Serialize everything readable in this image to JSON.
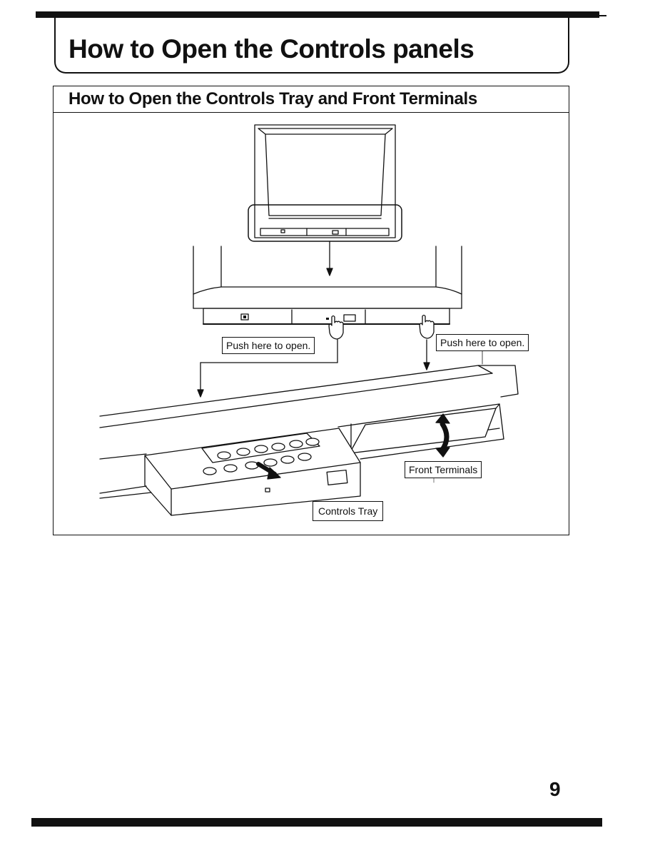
{
  "page": {
    "title": "How to Open the Controls panels",
    "page_number": "9"
  },
  "section": {
    "title": "How to Open the Controls Tray and Front Terminals"
  },
  "callouts": {
    "push_left": "Push here to open.",
    "push_right": "Push here to open.",
    "front_terminals": "Front Terminals",
    "controls_tray": "Controls Tray"
  },
  "colors": {
    "ink": "#111111",
    "paper": "#ffffff"
  }
}
